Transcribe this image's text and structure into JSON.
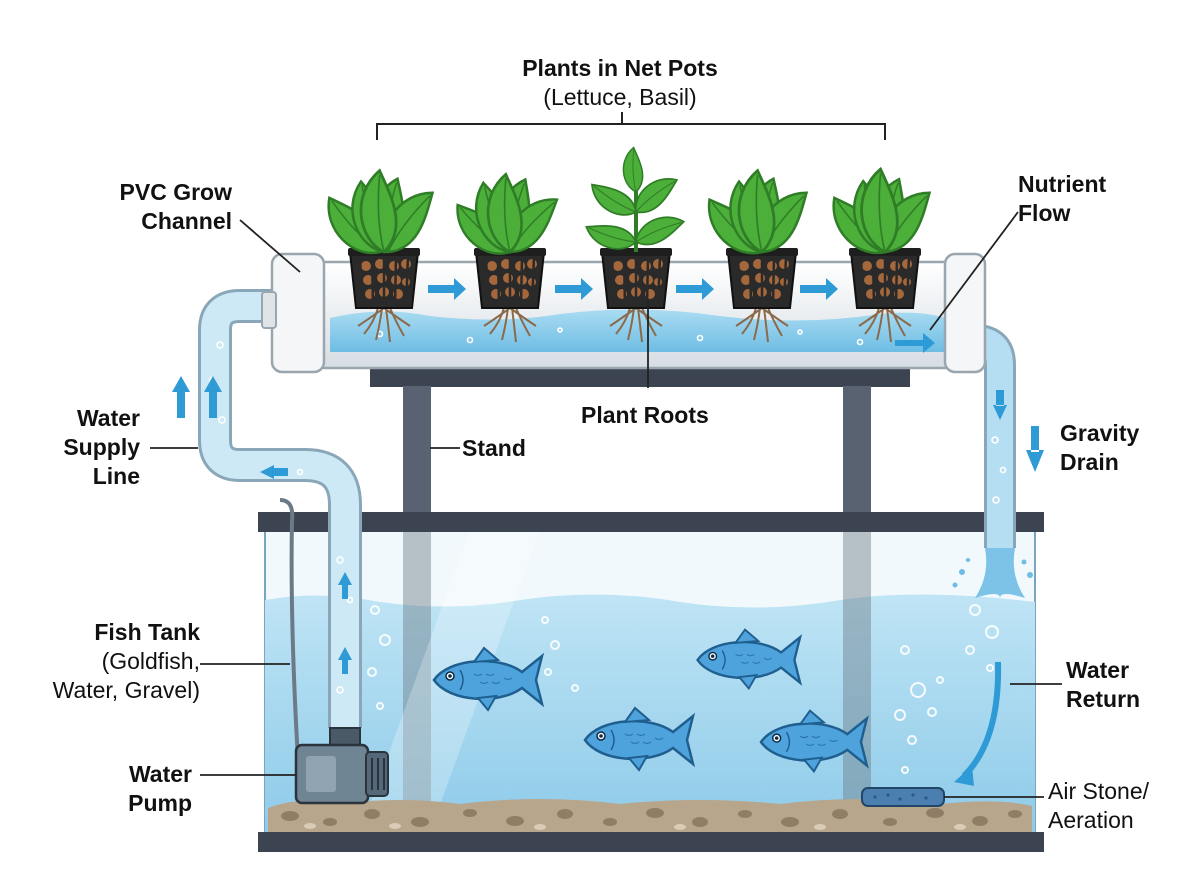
{
  "labels": {
    "plants_title": "Plants in Net Pots",
    "plants_sub": "(Lettuce, Basil)",
    "pvc_line1": "PVC Grow",
    "pvc_line2": "Channel",
    "nutrient_line1": "Nutrient",
    "nutrient_line2": "Flow",
    "plant_roots": "Plant Roots",
    "stand": "Stand",
    "supply_line1": "Water",
    "supply_line2": "Supply",
    "supply_line3": "Line",
    "gravity_line1": "Gravity",
    "gravity_line2": "Drain",
    "tank_line1": "Fish Tank",
    "tank_line2": "(Goldfish,",
    "tank_line3": "Water, Gravel)",
    "return_line1": "Water",
    "return_line2": "Return",
    "pump_line1": "Water",
    "pump_line2": "Pump",
    "air_line1": "Air Stone/",
    "air_line2": "Aeration"
  },
  "colors": {
    "water": "#9fd4ee",
    "water_deep": "#7cc3e6",
    "arrow": "#2e9bd6",
    "leaf": "#4caf3a",
    "leaf_dark": "#2f7d26",
    "frame": "#3b4450",
    "pipe": "#eef2f5",
    "gravel": "#b7a58c",
    "fish": "#4fa3dc"
  },
  "icons": [
    "plant-icon",
    "net-pot-icon",
    "fish-icon",
    "pump-icon",
    "air-stone-icon",
    "flow-arrow-icon"
  ]
}
